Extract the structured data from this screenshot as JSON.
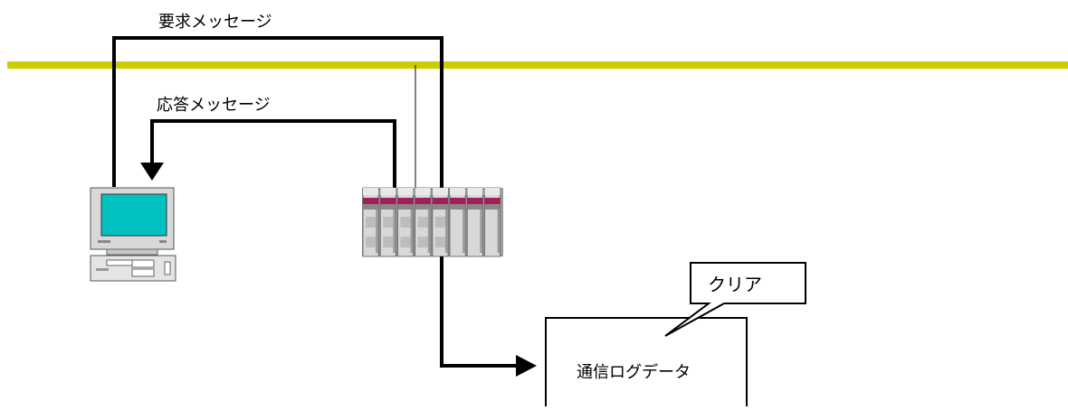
{
  "labels": {
    "request_message": "要求メッセージ",
    "response_message": "応答メッセージ",
    "clear_callout": "クリア",
    "comm_log_data": "通信ログデータ"
  },
  "colors": {
    "network_bus": "#cccc00",
    "monitor_screen": "#00c0c0",
    "plc_accent": "#a0205a",
    "device_body": "#d8d8d8",
    "device_shadow": "#9a9a9a"
  },
  "icons": {
    "pc": "computer-icon",
    "plc": "plc-rack-icon"
  }
}
